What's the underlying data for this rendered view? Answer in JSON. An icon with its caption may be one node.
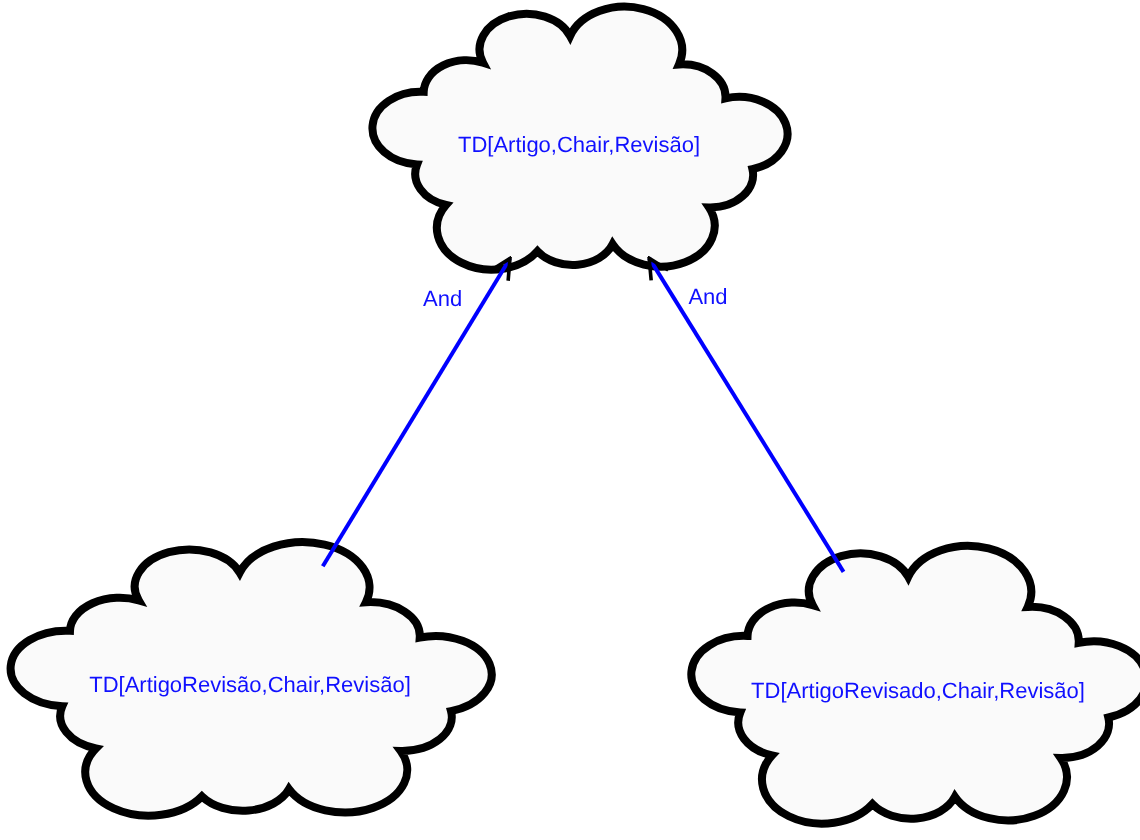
{
  "diagram": {
    "nodes": [
      {
        "text": [
          "TD[Artigo,Chair,Revisão]"
        ]
      },
      {
        "text": [
          "TD[ArtigoRevisão,Chair,Revisão]"
        ]
      },
      {
        "text": [
          "TD[ArtigoRevisado,Chair,Revisão]"
        ]
      }
    ],
    "edges": [
      {
        "from": 1,
        "to": 0,
        "arrow": "to",
        "label": "And"
      },
      {
        "from": 2,
        "to": 0,
        "arrow": "to",
        "label": "And"
      }
    ]
  }
}
